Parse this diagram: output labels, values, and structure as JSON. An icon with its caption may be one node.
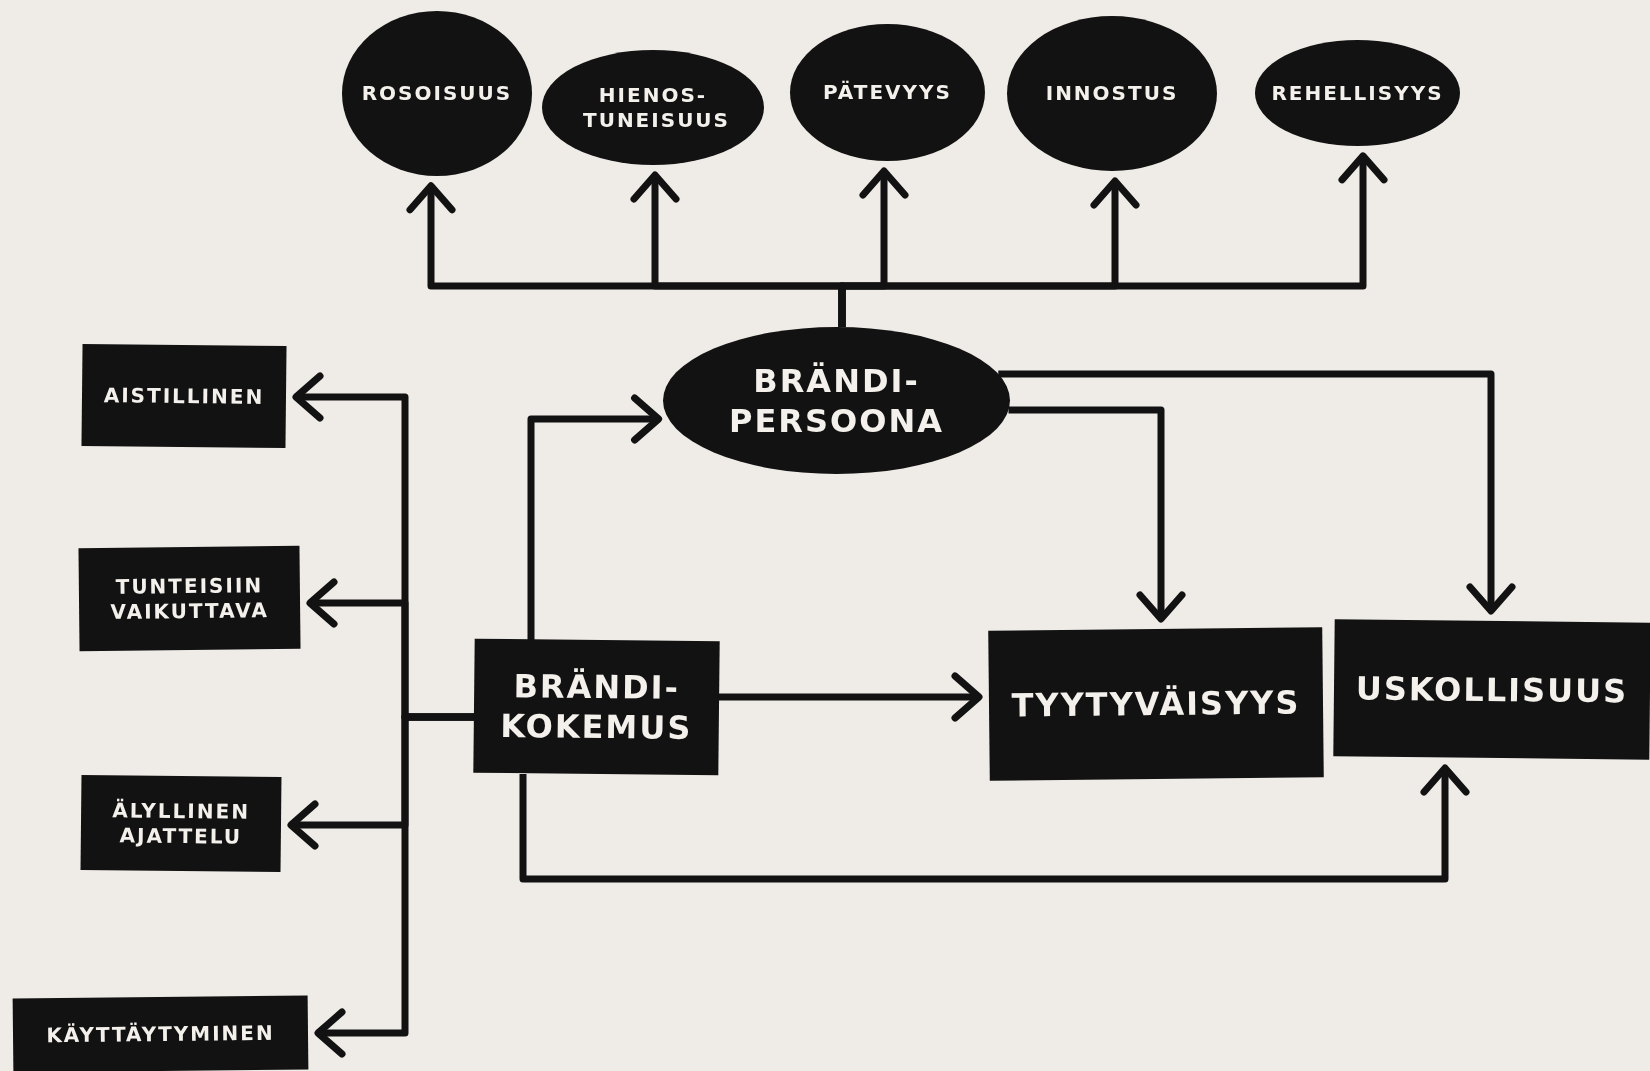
{
  "diagram": {
    "nodes": [
      {
        "text": [
          "ROSOISUUS"
        ]
      },
      {
        "text": [
          "HIENOS- TUNEISUUS"
        ]
      },
      {
        "text": [
          "PÄTEVYYS"
        ]
      },
      {
        "text": [
          "INNOSTUS"
        ]
      },
      {
        "text": [
          "REHELLISYYS"
        ]
      },
      {
        "text": [
          "BRÄNDI- PERSOONA"
        ]
      },
      {
        "text": [
          "AISTILLINEN"
        ]
      },
      {
        "text": [
          "TUNTEISIIN VAIKUTTAVA"
        ]
      },
      {
        "text": [
          "ÄLYLLINEN AJATTELU"
        ]
      },
      {
        "text": [
          "KÄYTTÄYTYMINEN"
        ]
      },
      {
        "text": [
          "BRÄNDI- KOKEMUS"
        ]
      },
      {
        "text": [
          "TYYTYVÄISYYS"
        ]
      },
      {
        "text": [
          "USKOLLISUUS"
        ]
      }
    ],
    "edges": [
      {
        "from": 5,
        "to": 0,
        "arrow": "to"
      },
      {
        "from": 5,
        "to": 1,
        "arrow": "to"
      },
      {
        "from": 5,
        "to": 2,
        "arrow": "to"
      },
      {
        "from": 5,
        "to": 3,
        "arrow": "to"
      },
      {
        "from": 5,
        "to": 4,
        "arrow": "to"
      },
      {
        "from": 10,
        "to": 6,
        "arrow": "to"
      },
      {
        "from": 10,
        "to": 7,
        "arrow": "to"
      },
      {
        "from": 10,
        "to": 8,
        "arrow": "to"
      },
      {
        "from": 10,
        "to": 9,
        "arrow": "to"
      },
      {
        "from": 10,
        "to": 5,
        "arrow": "to"
      },
      {
        "from": 10,
        "to": 11,
        "arrow": "to"
      },
      {
        "from": 5,
        "to": 11,
        "arrow": "to"
      },
      {
        "from": 5,
        "to": 12,
        "arrow": "to"
      },
      {
        "from": 10,
        "to": 12,
        "arrow": "to"
      }
    ]
  }
}
